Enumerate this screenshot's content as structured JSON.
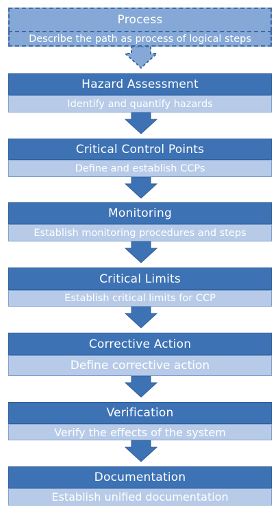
{
  "steps": [
    {
      "title": "Process",
      "description": "Describe the path as process of logical steps"
    },
    {
      "title": "Hazard Assessment",
      "description": "Identify and quantify hazards"
    },
    {
      "title": "Critical Control Points",
      "description": "Define and establish CCPs"
    },
    {
      "title": "Monitoring",
      "description": "Establish monitoring procedures and steps"
    },
    {
      "title": "Critical Limits",
      "description": "Establish critical limits for CCP"
    },
    {
      "title": "Corrective Action",
      "description": "Define corrective action"
    },
    {
      "title": "Verification",
      "description": "Verify the effects of the system"
    },
    {
      "title": "Documentation",
      "description": "Establish unified documentation"
    }
  ],
  "colors": {
    "box_fill": "#3d72b4",
    "description_fill": "#b7cbe8",
    "dashed_fill": "#85a8d6",
    "arrow_fill": "#3d72b4",
    "dashed_arrow_fill": "#85a8d6"
  }
}
